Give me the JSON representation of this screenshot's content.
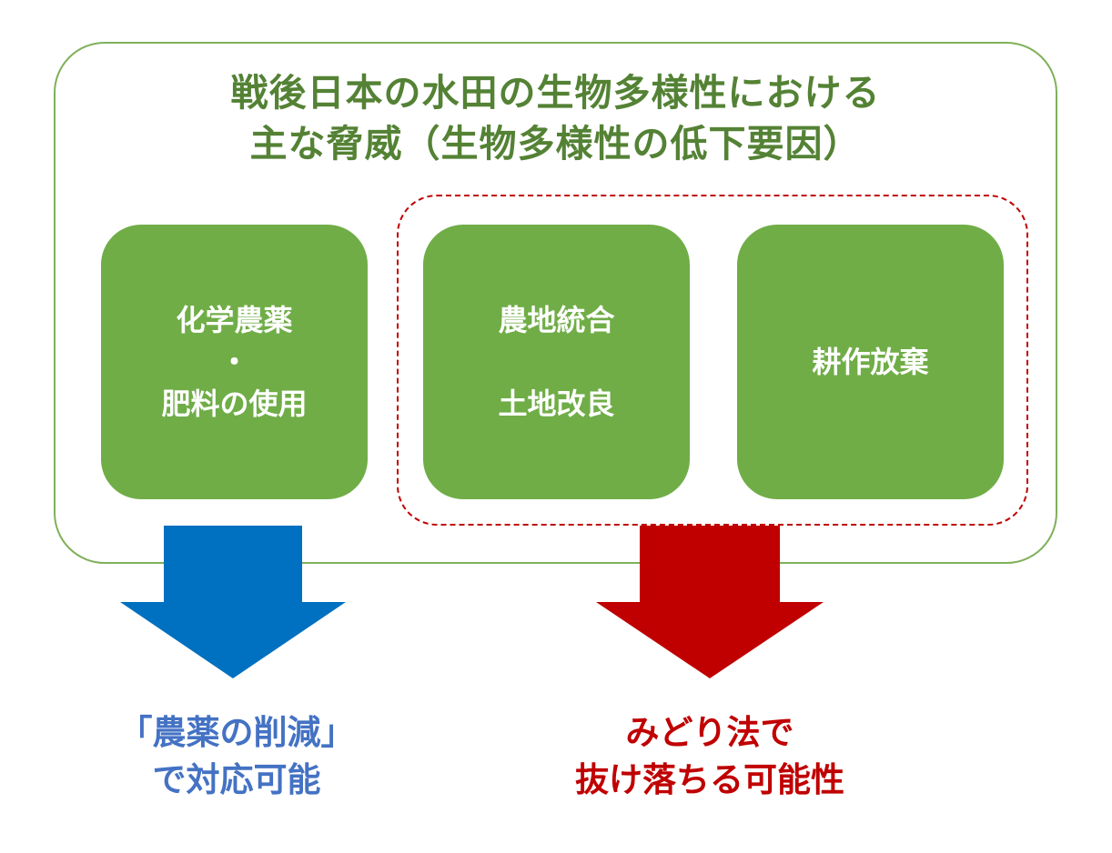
{
  "title": {
    "line1": "戦後日本の水田の生物多様性における",
    "line2": "主な脅威（生物多様性の低下要因）"
  },
  "factors": [
    {
      "line1": "化学農薬",
      "line2": "・",
      "line3": "肥料の使用"
    },
    {
      "line1": "農地統合",
      "line2": "",
      "line3": "土地改良"
    },
    {
      "line1": "耕作放棄"
    }
  ],
  "outcomes": {
    "blue": {
      "line1": "「農薬の削減」",
      "line2": "で対応可能"
    },
    "red": {
      "line1": "みどり法で",
      "line2": "抜け落ちる可能性"
    }
  },
  "colors": {
    "frame_border": "#7fb05a",
    "title": "#548235",
    "factor_fill": "#70ad47",
    "dashed_border": "#c00000",
    "arrow_blue": "#0070c0",
    "arrow_red": "#c00000",
    "outcome_blue": "#4472c4",
    "outcome_red": "#c00000"
  }
}
